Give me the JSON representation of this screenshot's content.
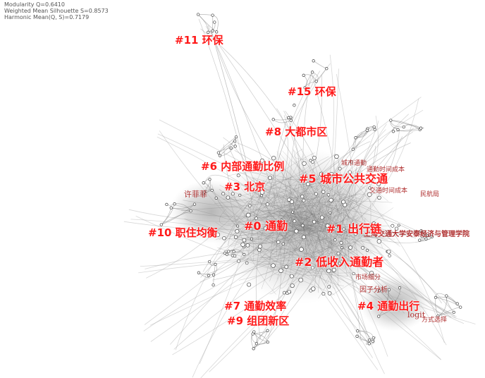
{
  "stats": {
    "line0": "Modularity Q=0.6410",
    "line1": "Weighted Mean Silhouette S=0.8573",
    "line2": "Harmonic Mean(Q, S)=0.7179"
  },
  "clusters": [
    {
      "id": "c0",
      "label": "#0 通勤"
    },
    {
      "id": "c1",
      "label": "#1 出行链"
    },
    {
      "id": "c2",
      "label": "#2 低收入通勤者"
    },
    {
      "id": "c3",
      "label": "#3 北京"
    },
    {
      "id": "c4",
      "label": "#4 通勤出行"
    },
    {
      "id": "c5",
      "label": "#5 城市公共交通"
    },
    {
      "id": "c6",
      "label": "#6 内部通勤比例"
    },
    {
      "id": "c7",
      "label": "#7 通勤效率"
    },
    {
      "id": "c8",
      "label": "#8 大都市区"
    },
    {
      "id": "c9",
      "label": "#9 组团新区"
    },
    {
      "id": "c10",
      "label": "#10 职住均衡"
    },
    {
      "id": "c11",
      "label": "#11 环保"
    },
    {
      "id": "c15",
      "label": "#15 环保"
    }
  ],
  "keywords": [
    {
      "id": "k1",
      "text": "许菲菲"
    },
    {
      "id": "k2",
      "text": "上海交通大学安泰经济与管理学院"
    },
    {
      "id": "k3",
      "text": "交通时间成本"
    },
    {
      "id": "k4",
      "text": "民航局"
    },
    {
      "id": "k5",
      "text": "城市通勤"
    },
    {
      "id": "k6",
      "text": "通勤时间成本"
    },
    {
      "id": "k7",
      "text": "logit"
    },
    {
      "id": "k8",
      "text": "方式选择"
    },
    {
      "id": "k9",
      "text": "因子分析"
    },
    {
      "id": "k10",
      "text": "市场细分"
    }
  ]
}
